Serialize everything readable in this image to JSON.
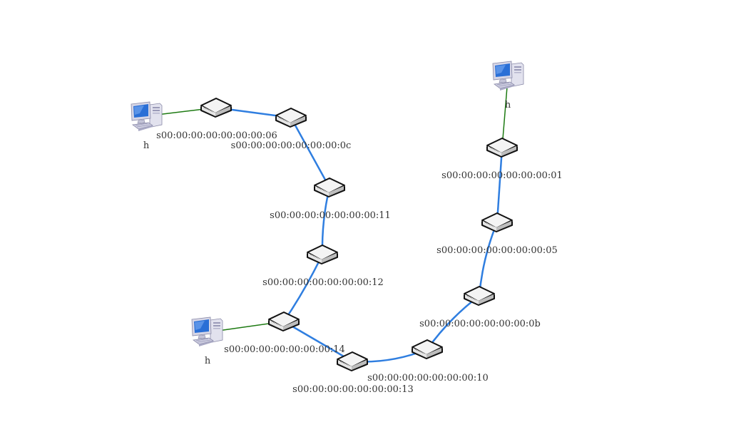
{
  "colors": {
    "switch_link": "#2f7ee0",
    "host_link": "#1d7a12",
    "background": "#ffffff"
  },
  "switches": [
    {
      "id": "s06",
      "label": "s00:00:00:00:00:00:00:06",
      "icon": "switch-icon"
    },
    {
      "id": "s0c",
      "label": "s00:00:00:00:00:00:00:0c",
      "icon": "switch-icon"
    },
    {
      "id": "s11",
      "label": "s00:00:00:00:00:00:00:11",
      "icon": "switch-icon"
    },
    {
      "id": "s12",
      "label": "s00:00:00:00:00:00:00:12",
      "icon": "switch-icon"
    },
    {
      "id": "s14",
      "label": "s00:00:00:00:00:00:00:14",
      "icon": "switch-icon"
    },
    {
      "id": "s13",
      "label": "s00:00:00:00:00:00:00:13",
      "icon": "switch-icon"
    },
    {
      "id": "s10",
      "label": "s00:00:00:00:00:00:00:10",
      "icon": "switch-icon"
    },
    {
      "id": "s0b",
      "label": "s00:00:00:00:00:00:00:0b",
      "icon": "switch-icon"
    },
    {
      "id": "s05",
      "label": "s00:00:00:00:00:00:00:05",
      "icon": "switch-icon"
    },
    {
      "id": "s01",
      "label": "s00:00:00:00:00:00:00:01",
      "icon": "switch-icon"
    }
  ],
  "hosts": [
    {
      "id": "h1",
      "label": "h",
      "icon": "computer-icon"
    },
    {
      "id": "h2",
      "label": "h",
      "icon": "computer-icon"
    },
    {
      "id": "h3",
      "label": "h",
      "icon": "computer-icon"
    }
  ],
  "links": [
    {
      "from": "h1",
      "to": "s06",
      "kind": "host"
    },
    {
      "from": "s06",
      "to": "s0c",
      "kind": "switch"
    },
    {
      "from": "s0c",
      "to": "s11",
      "kind": "switch"
    },
    {
      "from": "s11",
      "to": "s12",
      "kind": "switch"
    },
    {
      "from": "s12",
      "to": "s14",
      "kind": "switch"
    },
    {
      "from": "h2",
      "to": "s14",
      "kind": "host"
    },
    {
      "from": "s14",
      "to": "s13",
      "kind": "switch"
    },
    {
      "from": "s13",
      "to": "s10",
      "kind": "switch"
    },
    {
      "from": "s10",
      "to": "s0b",
      "kind": "switch"
    },
    {
      "from": "s0b",
      "to": "s05",
      "kind": "switch"
    },
    {
      "from": "s05",
      "to": "s01",
      "kind": "switch"
    },
    {
      "from": "s01",
      "to": "h3",
      "kind": "host"
    }
  ]
}
